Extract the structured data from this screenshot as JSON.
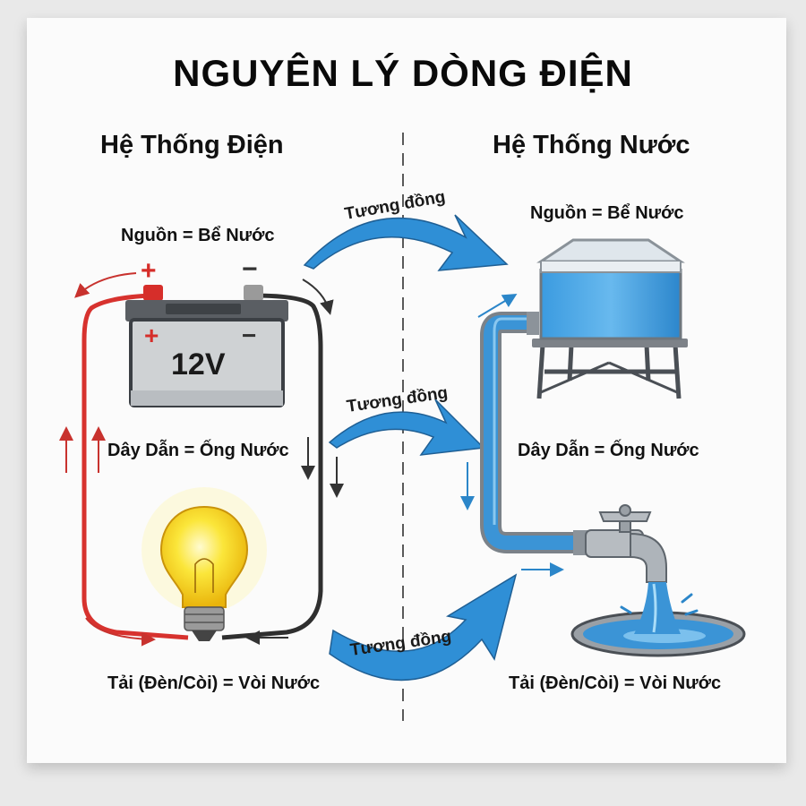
{
  "title": "NGUYÊN LÝ DÒNG ĐIỆN",
  "left_heading": "Hệ Thống Điện",
  "right_heading": "Hệ Thống Nước",
  "analogy_label": "Tương đồng",
  "battery": {
    "voltage": "12V",
    "plus": "+",
    "minus": "−"
  },
  "pairs": {
    "source": "Nguồn = Bể Nước",
    "conductor": "Dây Dẫn = Ống Nước",
    "load": "Tải (Đèn/Còi) = Vòi Nước"
  },
  "colors": {
    "positive_wire": "#d7322e",
    "negative_wire": "#2f2f2f",
    "water": "#2f8fd6",
    "arrow": "#2f8fd6",
    "bulb": "#f6d820"
  }
}
